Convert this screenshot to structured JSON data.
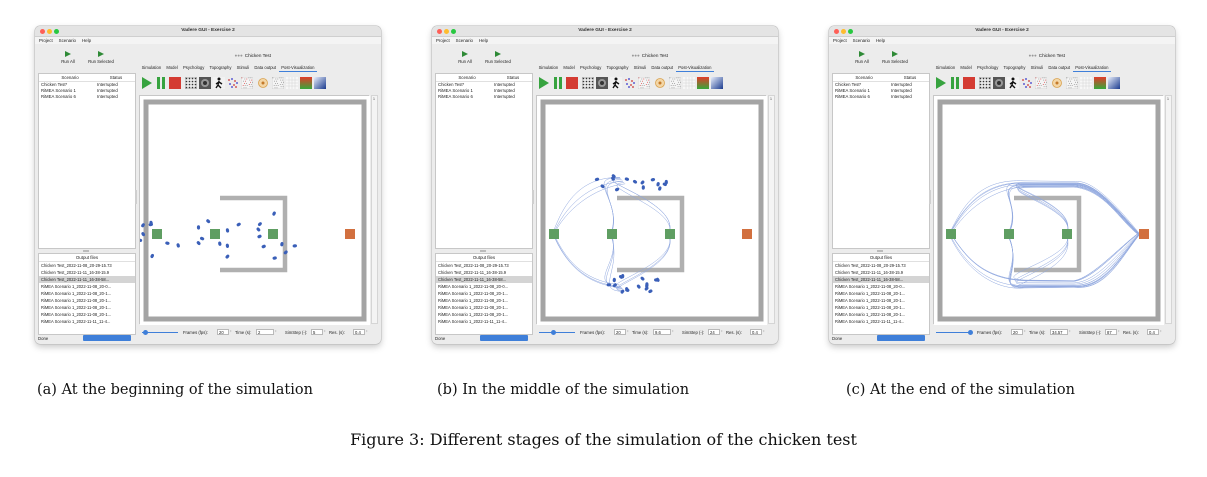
{
  "window_title": "Vadere GUI - Exercise 2",
  "menu": [
    "Project",
    "Scenario",
    "Help"
  ],
  "run_all_label": "Run All",
  "run_selected_label": "Run Selected",
  "scenario_name": "Chicken Test",
  "scenario_header": {
    "scenario": "Scenario",
    "status": "Status"
  },
  "scenarios": [
    {
      "name": "Chicken Test*",
      "status": "Interrupted"
    },
    {
      "name": "RiMEA Scenario 1",
      "status": "Interrupted"
    },
    {
      "name": "RiMEA Scenario 6",
      "status": "Interrupted"
    }
  ],
  "tabs": [
    "Simulation",
    "Model",
    "Psychology",
    "Topography",
    "Stimuli",
    "Data output",
    "Post-Visualization"
  ],
  "active_tab": "Post-Visualization",
  "output_files_header": "Output files",
  "output_files": [
    "Chicken Test_2022-11-08_20-29-15.73",
    "Chicken Test_2022-11-11_16-38-15.9",
    "Chicken Test_2022-11-11_16-38-58...",
    "RiMEA Scenario 1_2022-11-08_20-0...",
    "RiMEA Scenario 1_2022-11-08_20-1...",
    "RiMEA Scenario 1_2022-11-08_20-1...",
    "RiMEA Scenario 1_2022-11-08_20-1...",
    "RiMEA Scenario 1_2022-11-08_20-1...",
    "RiMEA Scenario 1_2022-11-11_11-4..."
  ],
  "status_text": "Done",
  "labels": {
    "frames": "Frames (fps):",
    "time": "Time (s):",
    "simstep": "SimStep (-):",
    "res": "Res. (s):"
  },
  "scroll_index": "1",
  "panels": [
    {
      "frames": "20",
      "time": "2",
      "simstep": "5",
      "res": "0.4",
      "selected_output": 2,
      "pedestrians_phase": "beginning",
      "slider": 0.03,
      "caption": "(a) At the beginning of the simulation"
    },
    {
      "frames": "20",
      "time": "9.6",
      "simstep": "24",
      "res": "0.4",
      "selected_output": 2,
      "pedestrians_phase": "middle",
      "slider": 0.35,
      "caption": "(b) In the middle of the simulation"
    },
    {
      "frames": "20",
      "time": "34.57",
      "simstep": "87",
      "res": "0.4",
      "selected_output": 2,
      "pedestrians_phase": "end",
      "slider": 0.95,
      "caption": "(c) At the end of the simulation"
    }
  ],
  "colors": {
    "source_green": "#5f9e62",
    "target_orange": "#d2703f",
    "obstacle_gray": "#b0b0b0",
    "pedestrian_blue": "#3a5fb8",
    "trajectory_blue": "#8fa7df",
    "accent_blue": "#3f7fd9"
  },
  "figure_caption": "Figure 3: Different stages of the simulation of the chicken test"
}
